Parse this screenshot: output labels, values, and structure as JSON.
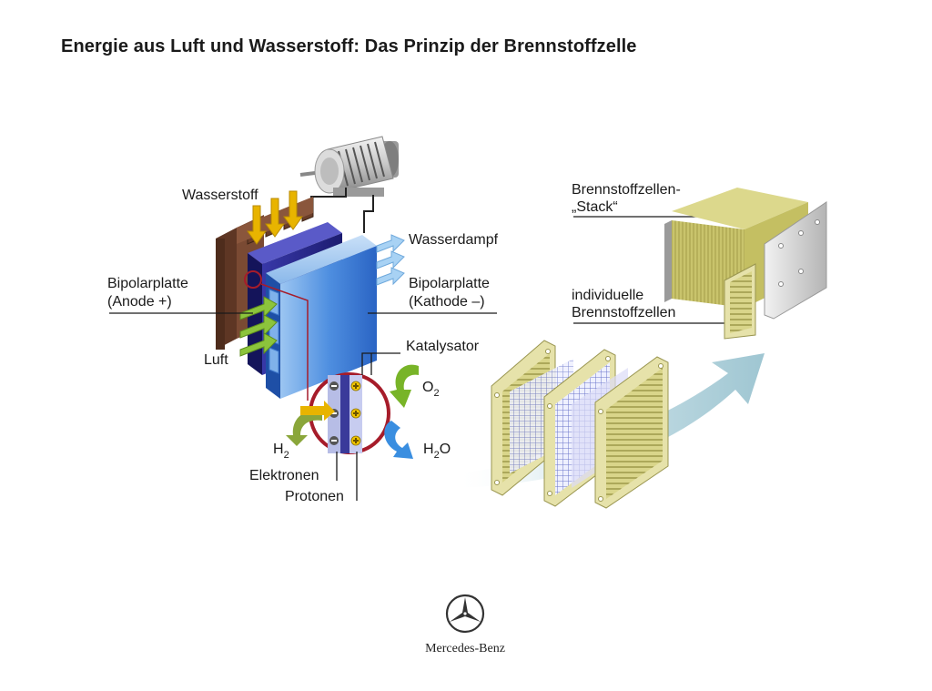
{
  "title": "Energie aus Luft und Wasserstoff: Das Prinzip der Brennstoffzelle",
  "labels": {
    "wasserstoff": "Wasserstoff",
    "wasserdampf": "Wasserdampf",
    "bipolar_anode_1": "Bipolarplatte",
    "bipolar_anode_2": "(Anode +)",
    "bipolar_kathode_1": "Bipolarplatte",
    "bipolar_kathode_2": "(Kathode –)",
    "luft": "Luft",
    "katalysator": "Katalysator",
    "o2_main": "O",
    "o2_sub": "2",
    "h2_main": "H",
    "h2_sub": "2",
    "h2o_main": "H",
    "h2o_sub": "2",
    "h2o_tail": "O",
    "elektronen": "Elektronen",
    "protonen": "Protonen",
    "stack_1": "Brennstoffzellen-",
    "stack_2": "„Stack“",
    "individuelle_1": "individuelle",
    "individuelle_2": "Brennstoffzellen"
  },
  "brand": {
    "name": "Mercedes-Benz"
  },
  "colors": {
    "bipolar_anode": "#7a4a33",
    "bipolar_kathode": "#2f6fd0",
    "membrane": "#2a2a8a",
    "hydrogen_arrow": "#e8b400",
    "air_arrow": "#8cc43c",
    "steam_arrow": "#8ec3ef",
    "ring": "#a61c2a",
    "plate_frame": "#dcd8a0",
    "stack_body": "#b8b45a",
    "flow_arrow": "#bcd8e2"
  }
}
